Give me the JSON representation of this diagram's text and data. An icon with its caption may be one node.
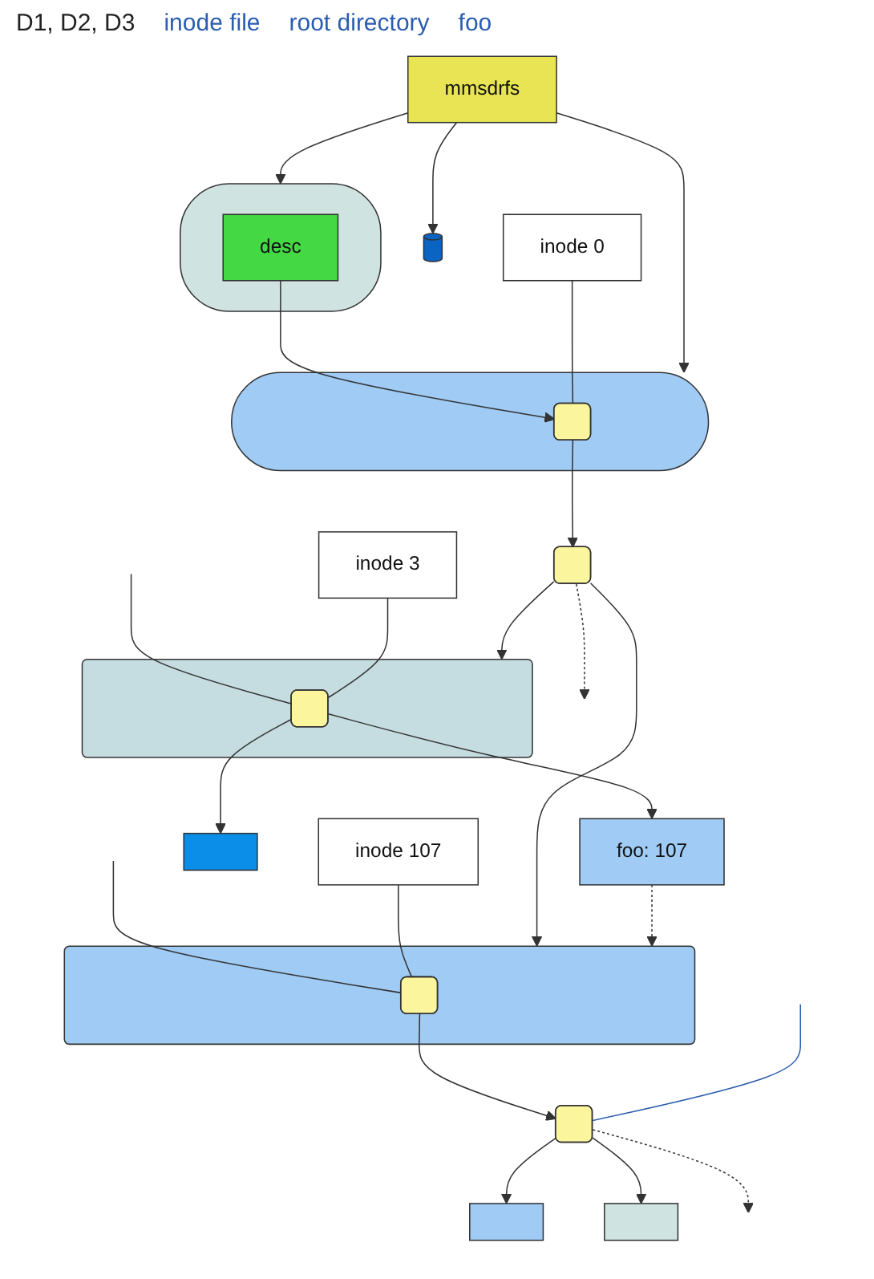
{
  "diagram": {
    "nodes": [
      {
        "text": [
          "mmsdrfs"
        ]
      },
      {
        "text": [],
        "shape": "cylinder"
      },
      {
        "text": [
          "desc"
        ],
        "in": 1
      },
      {
        "text": [],
        "shape": "cylinder"
      },
      {
        "text": [],
        "shape": "box",
        "in": 3
      },
      {
        "text": [],
        "shape": "cylinder"
      },
      {
        "text": [
          "inode 0"
        ]
      },
      {
        "text": [],
        "shape": "box"
      },
      {
        "text": [],
        "shape": "bar"
      },
      {
        "text": [],
        "shape": "box",
        "in": 8
      },
      {
        "text": [],
        "shape": "bar"
      },
      {
        "text": [],
        "shape": "box",
        "in": 10
      },
      {
        "text": [
          "inode 3"
        ]
      },
      {
        "text": [
          "inode 107"
        ]
      },
      {
        "text": [],
        "shape": "bar"
      },
      {
        "text": [
          "foo: 107"
        ]
      },
      {
        "text": [],
        "shape": "box"
      },
      {
        "text": [],
        "shape": "bar"
      },
      {
        "text": [],
        "shape": "bar"
      }
    ],
    "edges": [
      {
        "from": 0,
        "to": 1,
        "arrow": "to"
      },
      {
        "from": 0,
        "to": 3,
        "arrow": "to"
      },
      {
        "from": 0,
        "to": 5,
        "arrow": "to"
      },
      {
        "from": 2,
        "to": 4,
        "arrow": "to"
      },
      {
        "from": 6,
        "to": 4,
        "arrow": "none"
      },
      {
        "from": 4,
        "to": 7,
        "arrow": "to"
      },
      {
        "from": 7,
        "to": 8,
        "arrow": "to"
      },
      {
        "from": 7,
        "to": 10,
        "arrow": "to"
      },
      {
        "from": 7,
        "to": null,
        "arrow": "to",
        "style": "dashed"
      },
      {
        "from": null,
        "to": 9,
        "arrow": "none"
      },
      {
        "from": null,
        "to": 11,
        "arrow": "none"
      },
      {
        "from": 12,
        "to": 9,
        "arrow": "none"
      },
      {
        "from": 13,
        "to": 11,
        "arrow": "none"
      },
      {
        "from": 9,
        "to": 14,
        "arrow": "to"
      },
      {
        "from": 9,
        "to": 15,
        "arrow": "to"
      },
      {
        "from": 15,
        "to": 10,
        "arrow": "to",
        "style": "dashed"
      },
      {
        "from": 11,
        "to": 16,
        "arrow": "to"
      },
      {
        "from": null,
        "to": 16,
        "arrow": "none",
        "color": "#2a5db0"
      },
      {
        "from": 16,
        "to": 17,
        "arrow": "to"
      },
      {
        "from": 16,
        "to": 18,
        "arrow": "to"
      },
      {
        "from": 16,
        "to": null,
        "arrow": "to",
        "style": "dashed"
      }
    ],
    "labels": [
      "D1, D2, D3",
      "inode file",
      "root directory",
      "foo"
    ]
  }
}
